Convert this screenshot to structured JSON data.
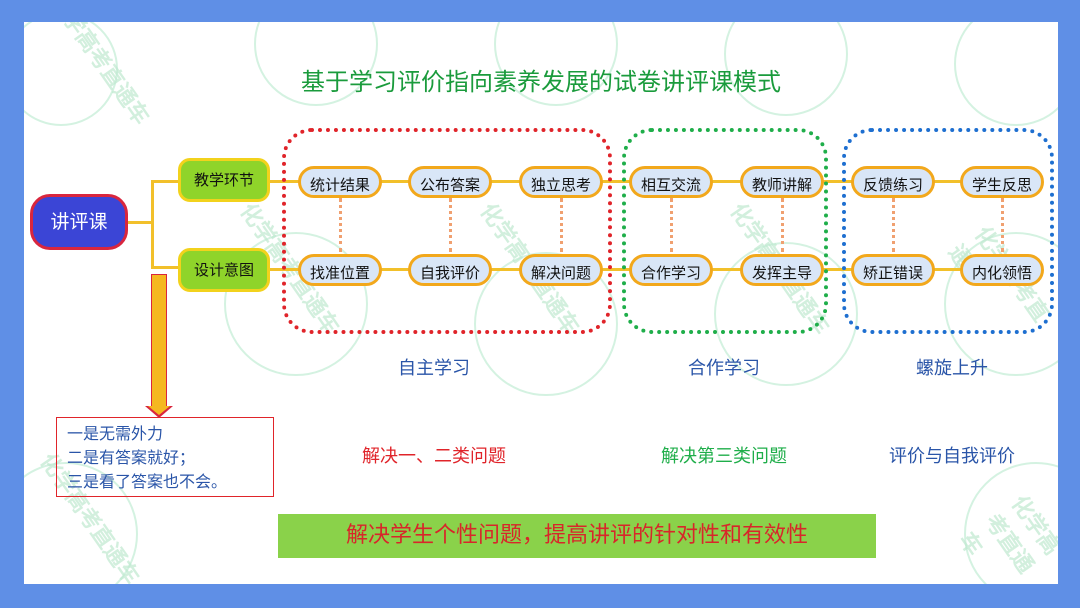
{
  "title": "基于学习评价指向素养发展的试卷讲评课模式",
  "main_node": "讲评课",
  "branches": {
    "teaching": "教学环节",
    "design": "设计意图"
  },
  "top_row": [
    "统计结果",
    "公布答案",
    "独立思考",
    "相互交流",
    "教师讲解",
    "反馈练习",
    "学生反思"
  ],
  "bottom_row": [
    "找准位置",
    "自我评价",
    "解决问题",
    "合作学习",
    "发挥主导",
    "矫正错误",
    "内化领悟"
  ],
  "groups": [
    {
      "label": "自主学习",
      "color": "#e0242a"
    },
    {
      "label": "合作学习",
      "color": "#1fae4a"
    },
    {
      "label": "螺旋上升",
      "color": "#1e6fd0"
    }
  ],
  "sublabels": [
    {
      "text": "解决一、二类问题",
      "color": "#e0242a"
    },
    {
      "text": "解决第三类问题",
      "color": "#1fae4a"
    },
    {
      "text": "评价与自我评价",
      "color": "#2a55a8"
    }
  ],
  "note": {
    "line1": "一是无需外力",
    "line2": "二是有答案就好；",
    "line3": "三是看了答案也不会。"
  },
  "banner": "解决学生个性问题，提高讲评的针对性和有效性",
  "watermark": "化学高考直通车"
}
